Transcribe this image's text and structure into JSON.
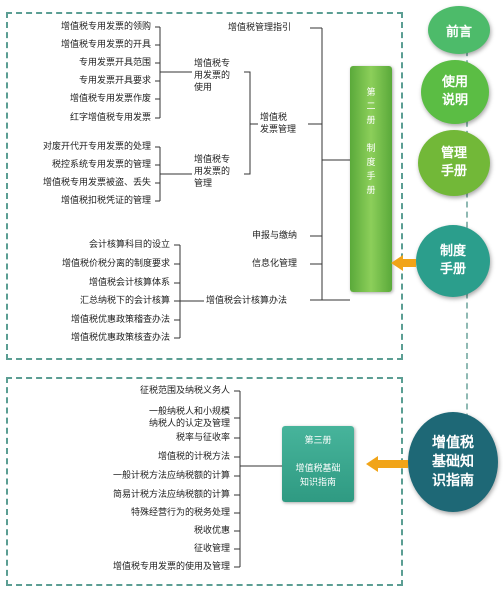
{
  "top_frame": {
    "guide_title": "增值税管理指引",
    "special_invoice_use_group": "增值税专\n用发票的\n使用",
    "special_invoice_use_items": [
      "增值税专用发票的领购",
      "增值税专用发票的开具",
      "专用发票开具范围",
      "专用发票开具要求",
      "增值税专用发票作废",
      "红字增值税专用发票"
    ],
    "special_invoice_mgmt_group": "增值税专\n用发票的\n管理",
    "special_invoice_mgmt_items": [
      "对废开代开专用发票的处理",
      "税控系统专用发票的管理",
      "增值税专用发票被盗、丢失",
      "增值税扣税凭证的管理"
    ],
    "invoice_mgmt_label": "增值税\n发票管理",
    "declare_label": "申报与缴纳",
    "info_label": "信息化管理",
    "accounting_items": [
      "会计核算科目的设立",
      "增值税价税分离的制度要求",
      "增值税会计核算体系",
      "汇总纳税下的会计核算",
      "增值税优惠政策稽查办法",
      "增值税优惠政策核查办法"
    ],
    "accounting_label": "增值税会计核算办法",
    "volume_box": "第\n二\n册\n\n制\n度\n手\n册"
  },
  "bottom_frame": {
    "items": [
      "征税范围及纳税义务人",
      "一般纳税人和小规模\n纳税人的认定及管理",
      "税率与征收率",
      "增值税的计税方法",
      "一般计税方法应纳税额的计算",
      "简易计税方法应纳税额的计算",
      "特殊经营行为的税务处理",
      "税收优惠",
      "征收管理",
      "增值税专用发票的使用及管理"
    ],
    "volume_box": "第三册\n\n增值税基础\n知识指南"
  },
  "circles": [
    {
      "label": "前言",
      "color": "#4dbb6a"
    },
    {
      "label": "使用\n说明",
      "color": "#5bbd44"
    },
    {
      "label": "管理\n手册",
      "color": "#72b838"
    },
    {
      "label": "制度\n手册",
      "color": "#2b9e8c"
    },
    {
      "label": "增值税\n基础知\n识指南",
      "color": "#1e6876"
    }
  ],
  "colors": {
    "frame": "#5b9e93",
    "volume2_box": "#7cc04c",
    "volume3_box": "#3aa68f",
    "arrow": "#f1a418"
  }
}
